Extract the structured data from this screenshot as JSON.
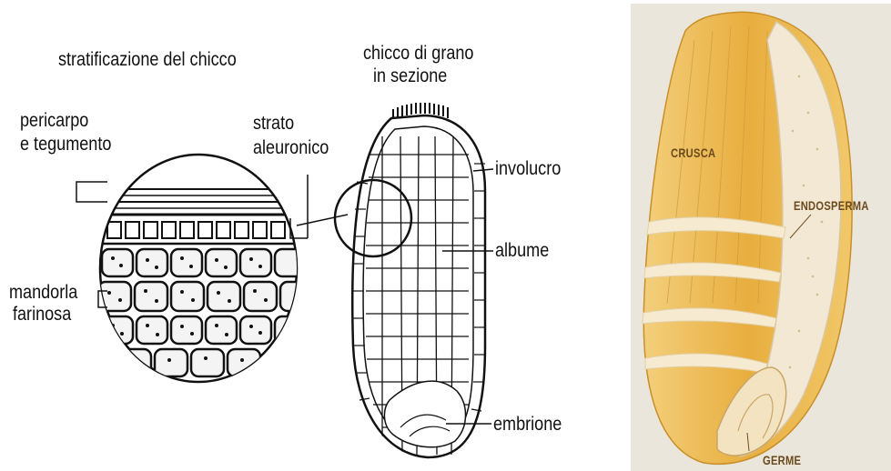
{
  "left_diagram": {
    "title": "stratificazione del chicco",
    "labels": {
      "pericarp_line1": "pericarpo",
      "pericarp_line2": "e tegumento",
      "aleurone_line1": "strato",
      "aleurone_line2": "aleuronico",
      "endosperm_line1": "mandorla",
      "endosperm_line2": "farinosa"
    }
  },
  "middle_diagram": {
    "title_line1": "chicco di grano",
    "title_line2": "in sezione",
    "labels": {
      "envelope": "involucro",
      "albumen": "albume",
      "embryo": "embrione"
    }
  },
  "right_image": {
    "labels": {
      "bran": "CRUSCA",
      "endosperm": "ENDOSPERMA",
      "germ": "GERME"
    },
    "colors": {
      "background": "#ebe6dc",
      "bran": "#e8b44a",
      "endosperm": "#f1e6cf",
      "label": "#6b4a1c"
    }
  }
}
